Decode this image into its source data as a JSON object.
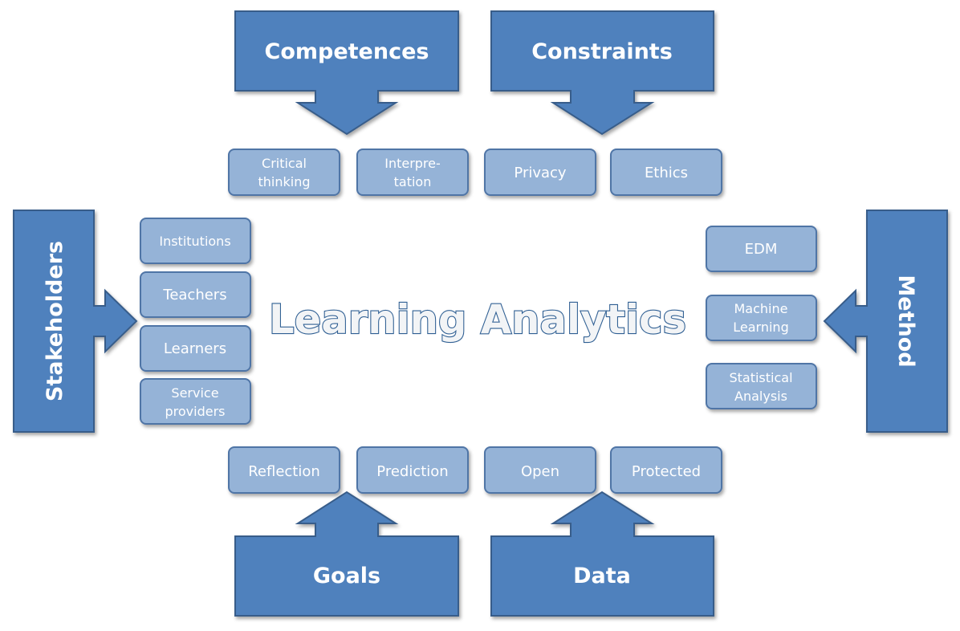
{
  "title": "Learning Analytics",
  "dimensions": {
    "competences": {
      "label": "Competences",
      "items": [
        "Critical thinking",
        "Interpre-tation"
      ]
    },
    "constraints": {
      "label": "Constraints",
      "items": [
        "Privacy",
        "Ethics"
      ]
    },
    "stakeholders": {
      "label": "Stakeholders",
      "items": [
        "Institutions",
        "Teachers",
        "Learners",
        "Service providers"
      ]
    },
    "method": {
      "label": "Method",
      "items": [
        "EDM",
        "Machine Learning",
        "Statistical Analysis"
      ]
    },
    "goals": {
      "label": "Goals",
      "items": [
        "Reflection",
        "Prediction"
      ]
    },
    "data": {
      "label": "Data",
      "items": [
        "Open",
        "Protected"
      ]
    }
  },
  "colors": {
    "dimension_fill": "#4f81bd",
    "dimension_stroke": "#385d8a",
    "item_fill": "#95b3d7",
    "item_stroke": "#4f74a6",
    "title_outline": "#2f5f93"
  }
}
